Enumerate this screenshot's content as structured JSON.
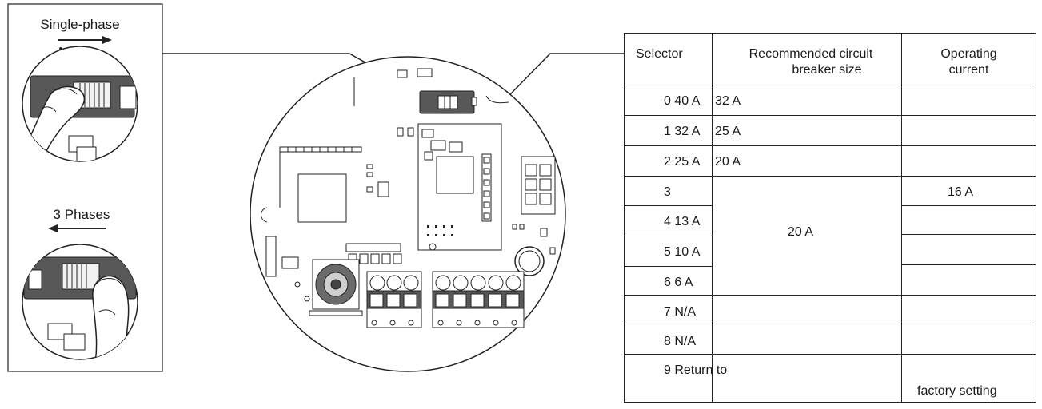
{
  "switch_panel": {
    "single_phase_label": "Single-phase",
    "three_phases_label": "3 Phases"
  },
  "table": {
    "headers": {
      "selector": "Selector",
      "breaker": "Recommended circuit breaker size",
      "breaker_line1": "Recommended circuit",
      "breaker_line2": "breaker size",
      "current": "Operating current",
      "current_line1": "Operating",
      "current_line2": "current"
    },
    "rows": [
      {
        "selector": "0 40 A",
        "breaker": "32 A",
        "current": ""
      },
      {
        "selector": "1 32 A",
        "breaker": "25 A",
        "current": ""
      },
      {
        "selector": "2 25 A",
        "breaker": "20 A",
        "current": ""
      },
      {
        "selector": "3",
        "breaker": "",
        "current": "16 A"
      },
      {
        "selector": "4 13 A",
        "breaker": "",
        "current": ""
      },
      {
        "selector": "5 10 A",
        "breaker": "",
        "current": ""
      },
      {
        "selector": "6 6 A",
        "breaker": "",
        "current": ""
      },
      {
        "selector": "7 N/A",
        "breaker": "",
        "current": ""
      },
      {
        "selector": "8 N/A",
        "breaker": "",
        "current": ""
      },
      {
        "selector": "9 Return to",
        "breaker": "",
        "current": "factory setting"
      }
    ],
    "merged_breaker": "20 A"
  },
  "colors": {
    "line": "#222222",
    "switch_body": "#555555",
    "finger": "#ffffff"
  }
}
